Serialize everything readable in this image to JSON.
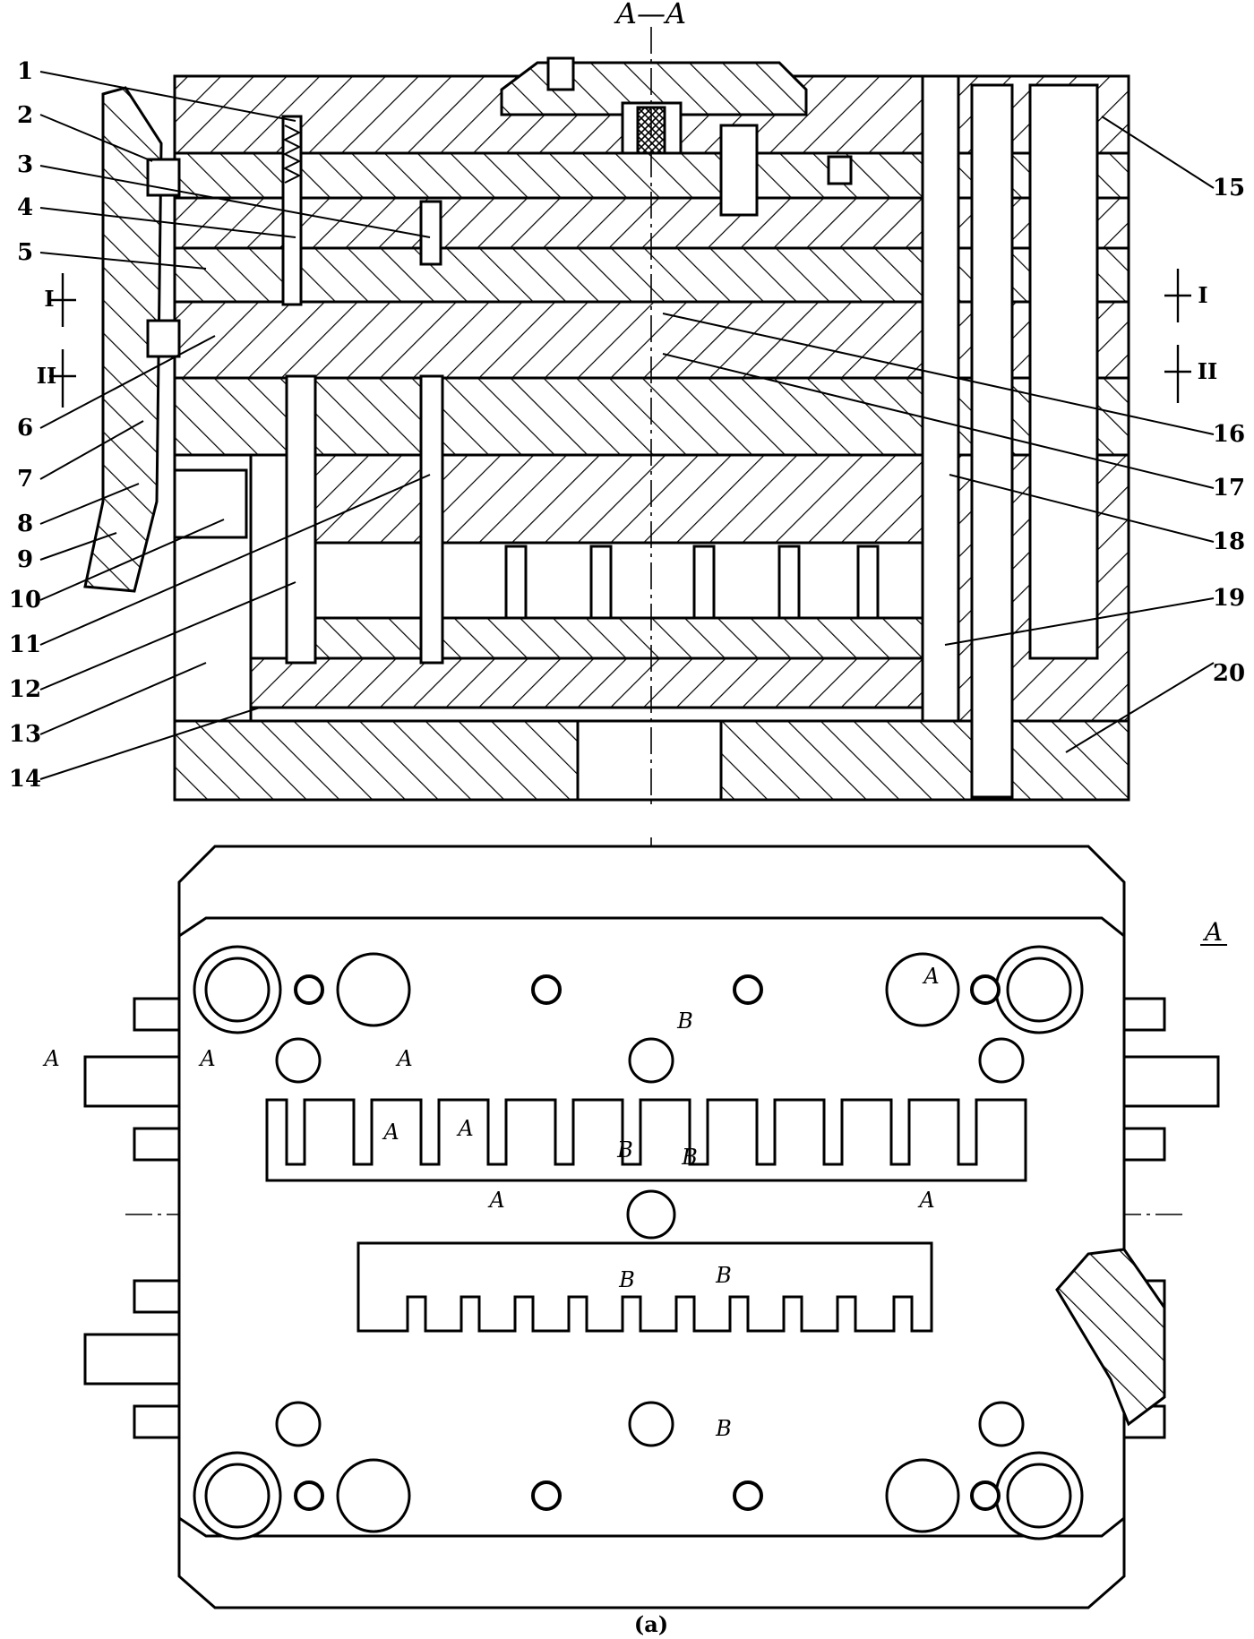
{
  "title": "A—A",
  "caption": "(a)",
  "part_labels": [
    "1",
    "2",
    "3",
    "4",
    "5",
    "6",
    "7",
    "8",
    "9",
    "10",
    "11",
    "12",
    "13",
    "14",
    "15",
    "16",
    "17",
    "18",
    "19",
    "20"
  ],
  "parting_marks": {
    "first": "I",
    "second": "II"
  },
  "view_label": "A",
  "section_marks": {
    "a": "A",
    "b": "B"
  },
  "colors": {
    "ink": "#000000",
    "paper": "#ffffff"
  }
}
